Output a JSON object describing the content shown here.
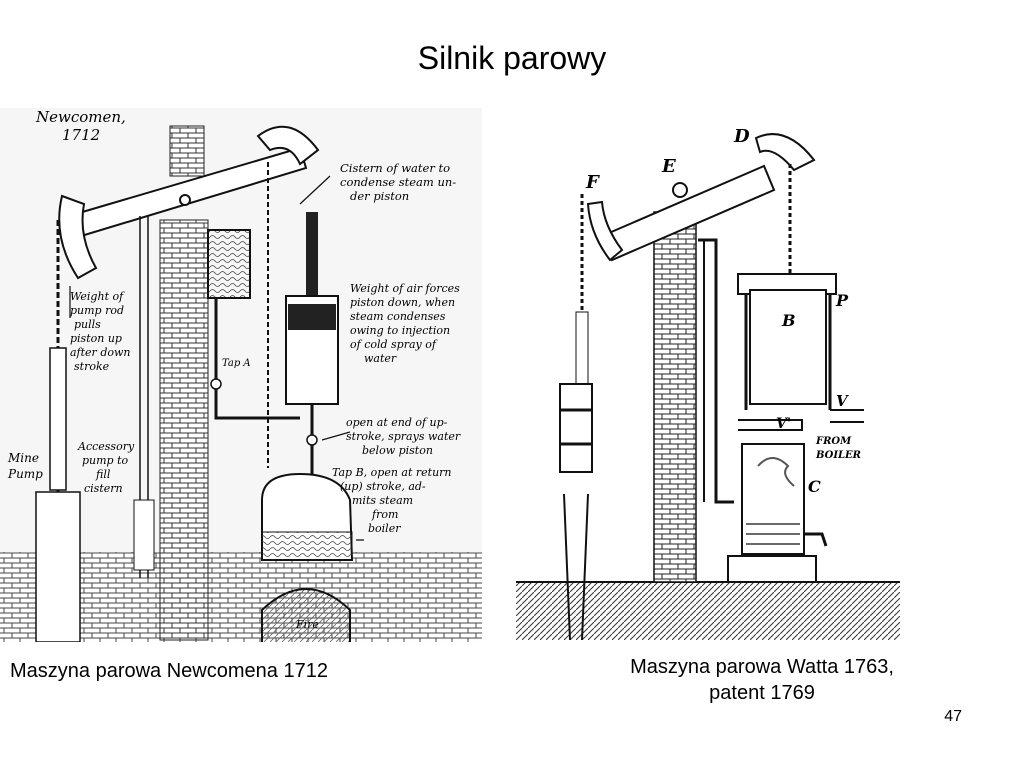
{
  "slide": {
    "title": "Silnik parowy",
    "page_number": "47"
  },
  "left_figure": {
    "caption": "Maszyna parowa Newcomena 1712",
    "labels": {
      "header_name": "Newcomen,",
      "header_year": "1712",
      "cistern": [
        "Cistern of water to",
        "condense steam un-",
        "der piston"
      ],
      "weight_air": [
        "Weight of air forces",
        "piston down, when",
        "steam condenses",
        "owing to injection",
        "of cold spray of",
        "water"
      ],
      "weight_pump": [
        "Weight of",
        "pump rod",
        "pulls",
        "piston up",
        "after down",
        "stroke"
      ],
      "tap_a": "Tap A",
      "open_end": [
        "open at end of up-",
        "stroke, sprays water",
        "below piston"
      ],
      "tap_b": [
        "Tap B, open at return",
        "(up) stroke, ad-",
        "mits steam",
        "from",
        "boiler"
      ],
      "accessory": [
        "Accessory",
        "pump to",
        "fill",
        "cistern"
      ],
      "mine_pump": [
        "Mine",
        "Pump"
      ],
      "fire": "Fire"
    }
  },
  "right_figure": {
    "caption_line1": "Maszyna parowa Watta 1763,",
    "caption_line2": "patent 1769",
    "labels": {
      "d": "D",
      "e": "E",
      "f": "F",
      "b": "B",
      "p": "P",
      "v_outer": "V",
      "v_inner": "V'",
      "c": "C",
      "from_boiler": [
        "FROM",
        "BOILER"
      ]
    }
  }
}
